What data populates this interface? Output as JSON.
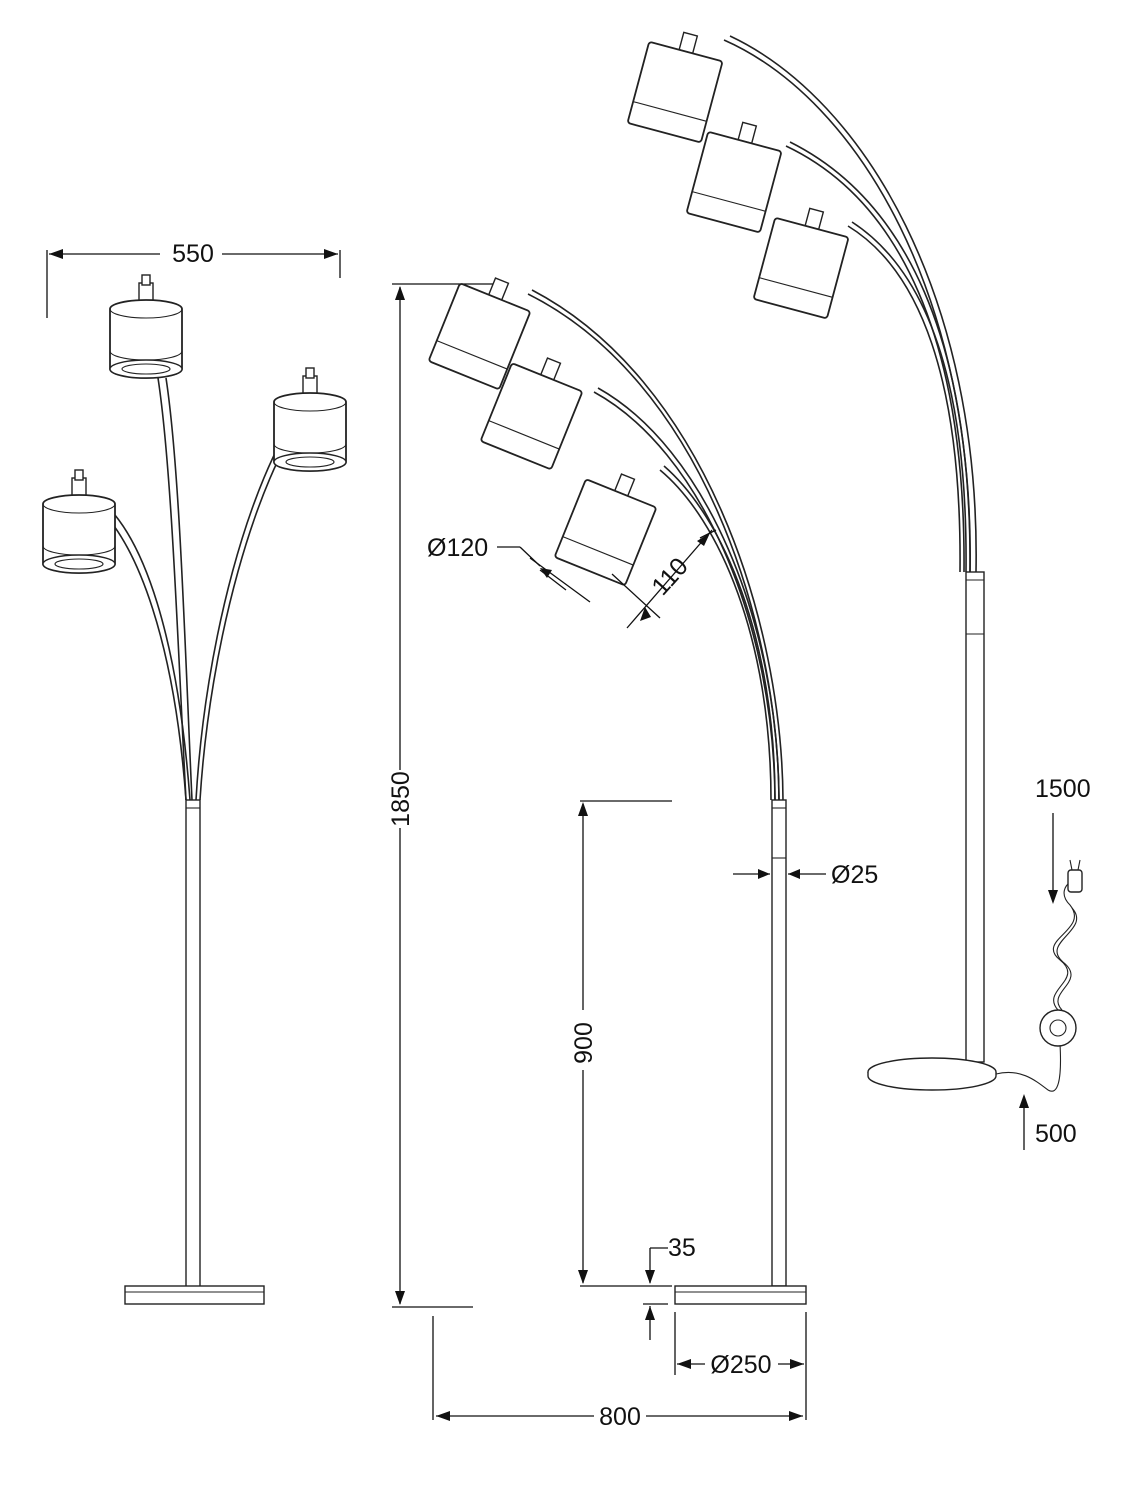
{
  "dimensions": {
    "total_width": "550",
    "total_height": "1850",
    "shade_diameter": "Ø120",
    "shade_height": "110",
    "stem_diameter": "Ø25",
    "stem_lower_height": "900",
    "base_height": "35",
    "base_diameter": "Ø250",
    "reach": "800",
    "cable_length": "1500",
    "switch_distance": "500"
  },
  "colors": {
    "line": "#222222",
    "background": "#ffffff"
  },
  "icons": [
    "plug-icon",
    "foot-switch-icon"
  ]
}
